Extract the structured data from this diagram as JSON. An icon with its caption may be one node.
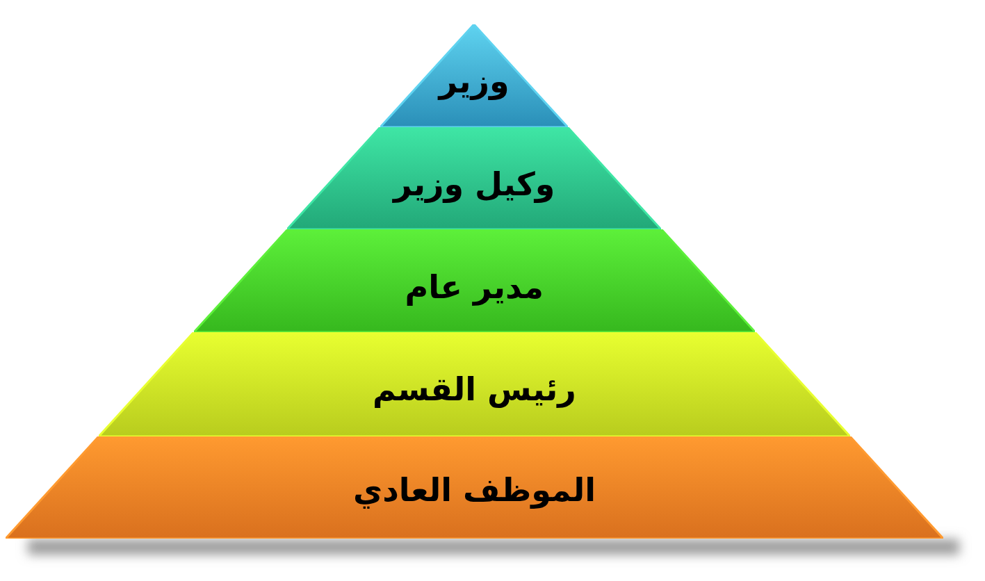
{
  "diagram": {
    "nodes": [
      {
        "text": [
          "وزير"
        ]
      },
      {
        "text": [
          "وكيل وزير"
        ]
      },
      {
        "text": [
          "مدير عام"
        ]
      },
      {
        "text": [
          "رئيس القسم"
        ]
      },
      {
        "text": [
          "الموظف العادي"
        ]
      }
    ]
  }
}
